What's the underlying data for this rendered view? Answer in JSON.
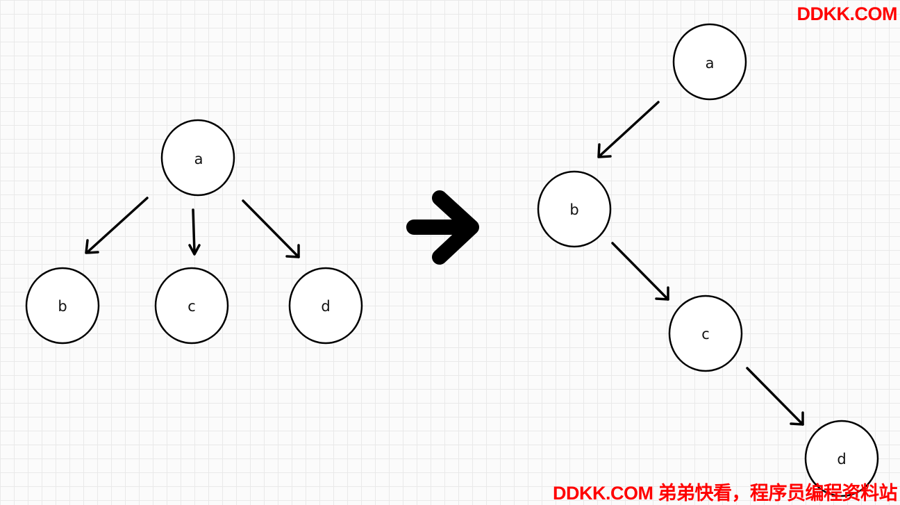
{
  "watermark": {
    "top": "DDKK.COM",
    "bottom": "DDKK.COM 弟弟快看，程序员编程资料站",
    "color": "#ff0000"
  },
  "diagram": {
    "left_tree": {
      "nodes": [
        {
          "id": "a",
          "label": "a"
        },
        {
          "id": "b",
          "label": "b"
        },
        {
          "id": "c",
          "label": "c"
        },
        {
          "id": "d",
          "label": "d"
        }
      ],
      "edges": [
        {
          "from": "a",
          "to": "b"
        },
        {
          "from": "a",
          "to": "c"
        },
        {
          "from": "a",
          "to": "d"
        }
      ]
    },
    "transform_arrow": {
      "icon": "arrow-right-icon"
    },
    "right_chain": {
      "nodes": [
        {
          "id": "a",
          "label": "a"
        },
        {
          "id": "b",
          "label": "b"
        },
        {
          "id": "c",
          "label": "c"
        },
        {
          "id": "d",
          "label": "d"
        }
      ],
      "edges": [
        {
          "from": "a",
          "to": "b"
        },
        {
          "from": "b",
          "to": "c"
        },
        {
          "from": "c",
          "to": "d"
        }
      ]
    }
  }
}
